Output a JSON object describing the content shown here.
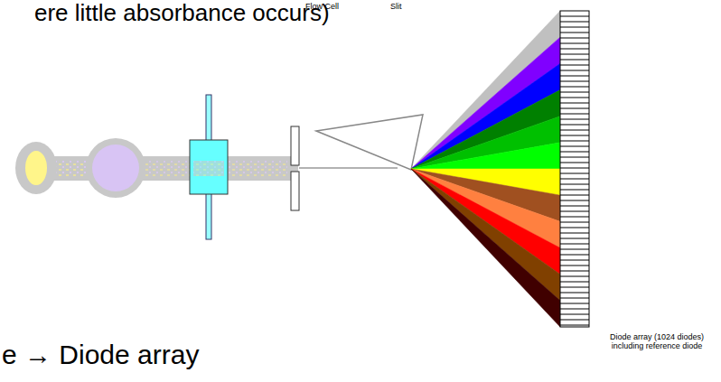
{
  "diagram": {
    "labels": [
      "ere little absorbance occurs)",
      "Flow Cell",
      "Slit",
      "e → Diode array",
      "Diode array (1024 diodes) including reference diode"
    ]
  }
}
